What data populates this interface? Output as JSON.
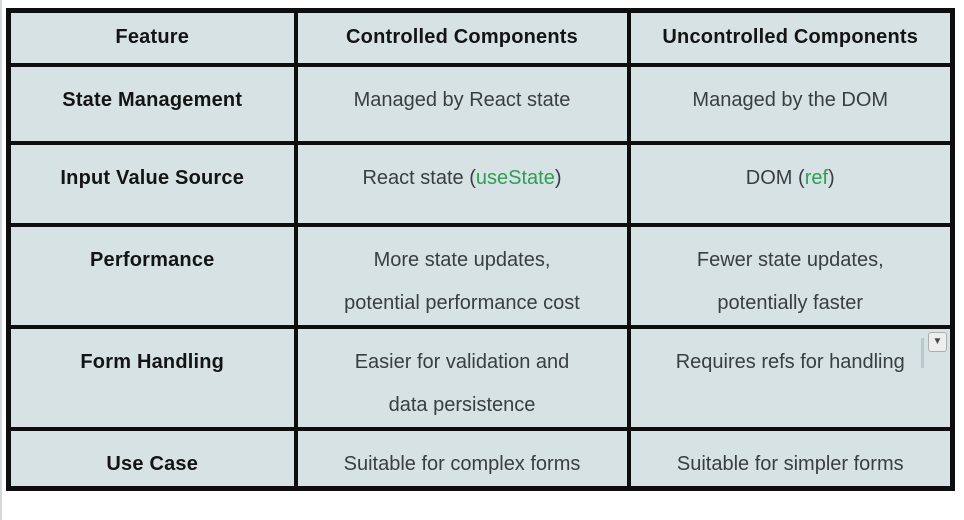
{
  "theme": {
    "page_background": "#ffffff",
    "table_background": "#d6e2e4",
    "border": "#0e0e0e",
    "text": "#383e43",
    "heading_text": "#141414",
    "accent_green": "#2f9e54"
  },
  "icons": {
    "dropdown_arrow": "▼"
  },
  "table": {
    "columns": [
      "Feature",
      "Controlled Components",
      "Uncontrolled Components"
    ],
    "rows": [
      {
        "feature": "State Management",
        "controlled": [
          [
            {
              "text": "Managed by React state"
            }
          ]
        ],
        "uncontrolled": [
          [
            {
              "text": "Managed by the DOM"
            }
          ]
        ]
      },
      {
        "feature": "Input Value Source",
        "controlled": [
          [
            {
              "text": "React state ("
            },
            {
              "text": "useState",
              "color": "green"
            },
            {
              "text": ")"
            }
          ]
        ],
        "uncontrolled": [
          [
            {
              "text": "DOM ("
            },
            {
              "text": "ref",
              "color": "green"
            },
            {
              "text": ")"
            }
          ]
        ]
      },
      {
        "feature": "Performance",
        "controlled": [
          [
            {
              "text": "More state updates,"
            }
          ],
          [
            {
              "text": "potential performance cost"
            }
          ]
        ],
        "uncontrolled": [
          [
            {
              "text": "Fewer state updates,"
            }
          ],
          [
            {
              "text": "potentially faster"
            }
          ]
        ]
      },
      {
        "feature": "Form Handling",
        "controlled": [
          [
            {
              "text": "Easier for validation and"
            }
          ],
          [
            {
              "text": "data persistence"
            }
          ]
        ],
        "uncontrolled": [
          [
            {
              "text": "Requires refs for handling"
            }
          ]
        ],
        "widget": "dropdown-arrow-button"
      },
      {
        "feature": "Use Case",
        "controlled": [
          [
            {
              "text": "Suitable for complex forms"
            }
          ]
        ],
        "uncontrolled": [
          [
            {
              "text": "Suitable for simpler forms"
            }
          ]
        ]
      }
    ]
  }
}
